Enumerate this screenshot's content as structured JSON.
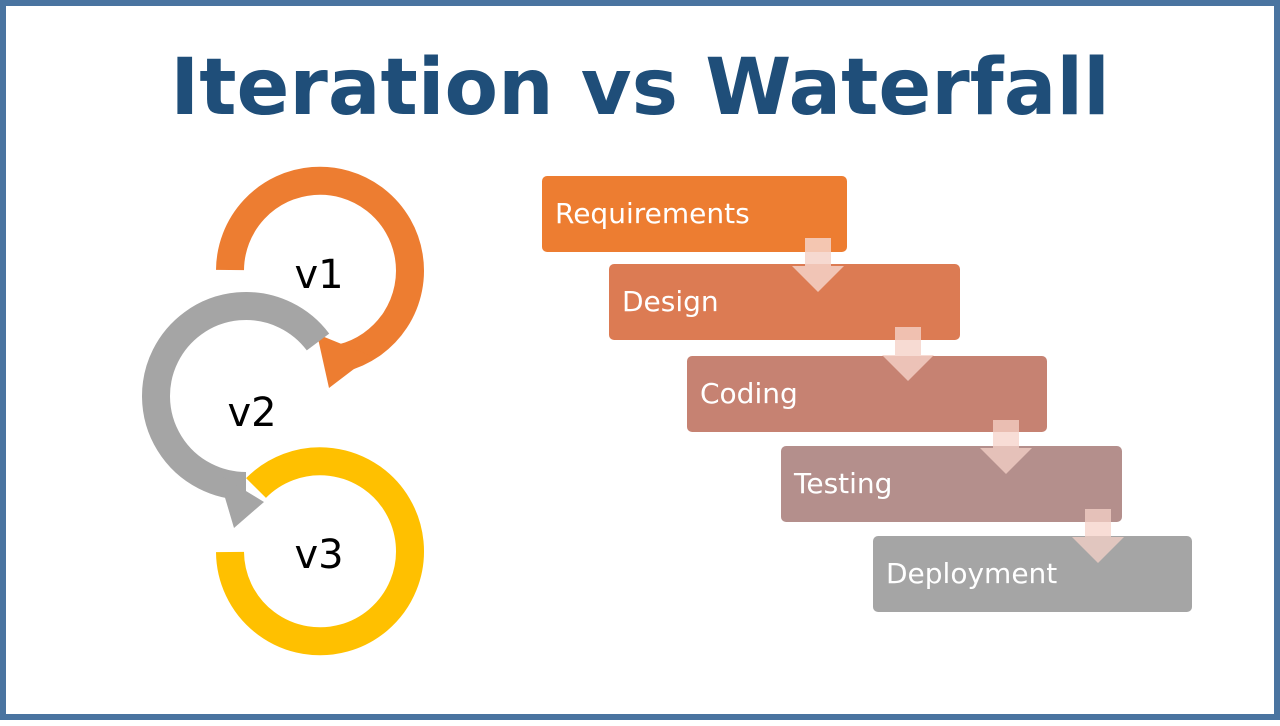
{
  "slide": {
    "title": "Iteration vs Waterfall"
  },
  "iteration": {
    "labels": [
      "v1",
      "v2",
      "v3"
    ],
    "colors": [
      "#ed7d31",
      "#a5a5a5",
      "#ffc000"
    ]
  },
  "waterfall": {
    "steps": [
      {
        "label": "Requirements",
        "color": "#ed7d31"
      },
      {
        "label": "Design",
        "color": "#dc7b53"
      },
      {
        "label": "Coding",
        "color": "#c68272"
      },
      {
        "label": "Testing",
        "color": "#b48f8c"
      },
      {
        "label": "Deployment",
        "color": "#a5a5a5"
      }
    ],
    "connector_color": "#f5d2c8"
  }
}
